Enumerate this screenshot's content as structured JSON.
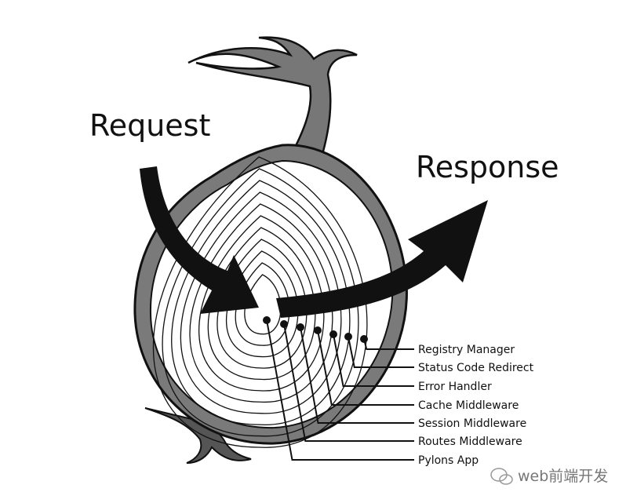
{
  "title_request": "Request",
  "title_response": "Response",
  "layers": [
    "Registry Manager",
    "Status Code Redirect",
    "Error Handler",
    "Cache Middleware",
    "Session Middleware",
    "Routes Middleware",
    "Pylons App"
  ],
  "watermark": "web前端开发",
  "colors": {
    "skin": "#7a7a7a",
    "ink": "#111111",
    "flesh": "#ffffff"
  }
}
